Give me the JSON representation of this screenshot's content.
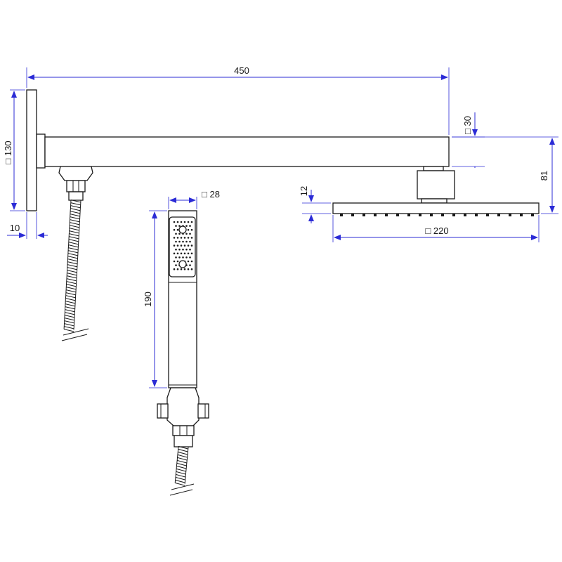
{
  "dimensions": {
    "arm_length": "450",
    "wall_plate_size": "□ 130",
    "wall_plate_depth": "10",
    "arm_section": "□ 30",
    "total_drop": "81",
    "head_thickness": "12",
    "head_size": "□ 220",
    "handshower_width": "□ 28",
    "handshower_length": "190"
  },
  "colors": {
    "outline": "#1a1a1a",
    "dimension_lines": "#2b2bd6"
  }
}
